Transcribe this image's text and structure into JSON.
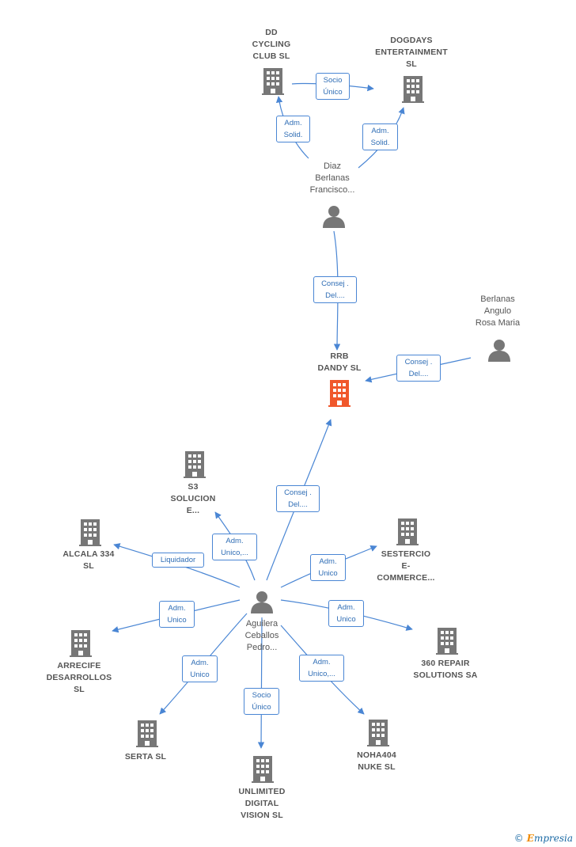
{
  "colors": {
    "edge": "#4a86d4",
    "node": "#777777",
    "focus": "#f0572b"
  },
  "nodes": {
    "dd_cycling": {
      "label": "DD\nCYCLING\nCLUB  SL",
      "kind": "company"
    },
    "dogdays": {
      "label": "DOGDAYS\nENTERTAINMENT\nSL",
      "kind": "company"
    },
    "diaz": {
      "label": "Diaz\nBerlanas\nFrancisco...",
      "kind": "person"
    },
    "berlanas": {
      "label": "Berlanas\nAngulo\nRosa Maria",
      "kind": "person"
    },
    "rrb": {
      "label": "RRB\nDANDY  SL",
      "kind": "focus"
    },
    "s3": {
      "label": "S3\nSOLUCION\nE...",
      "kind": "company"
    },
    "alcala": {
      "label": "ALCALA 334\nSL",
      "kind": "company"
    },
    "sestercio": {
      "label": "SESTERCIO\nE-\nCOMMERCE...",
      "kind": "company"
    },
    "aguilera": {
      "label": "Aguilera\nCeballos\nPedro...",
      "kind": "person"
    },
    "arrecife": {
      "label": "ARRECIFE\nDESARROLLOS\nSL",
      "kind": "company"
    },
    "repair": {
      "label": "360 REPAIR\nSOLUTIONS SA",
      "kind": "company"
    },
    "serta": {
      "label": "SERTA SL",
      "kind": "company"
    },
    "noha": {
      "label": "NOHA404\nNUKE  SL",
      "kind": "company"
    },
    "unlimited": {
      "label": "UNLIMITED\nDIGITAL\nVISION  SL",
      "kind": "company"
    }
  },
  "edges": {
    "dd_dogdays": "Socio\nÚnico",
    "diaz_dd": "Adm.\nSolid.",
    "diaz_dogdays": "Adm.\nSolid.",
    "diaz_rrb": "Consej .\nDel....",
    "berlanas_rrb": "Consej .\nDel....",
    "aguilera_rrb": "Consej .\nDel....",
    "aguilera_s3": "Adm.\nUnico,...",
    "aguilera_alcala": "Liquidador",
    "aguilera_sestercio": "Adm.\nUnico",
    "aguilera_arrecife": "Adm.\nUnico",
    "aguilera_repair": "Adm.\nUnico",
    "aguilera_serta": "Adm.\nUnico",
    "aguilera_unlimited": "Socio\nÚnico",
    "aguilera_noha": "Adm.\nUnico,..."
  },
  "footer": {
    "copyright": "©",
    "brand_initial": "E",
    "brand_rest": "mpresia"
  }
}
